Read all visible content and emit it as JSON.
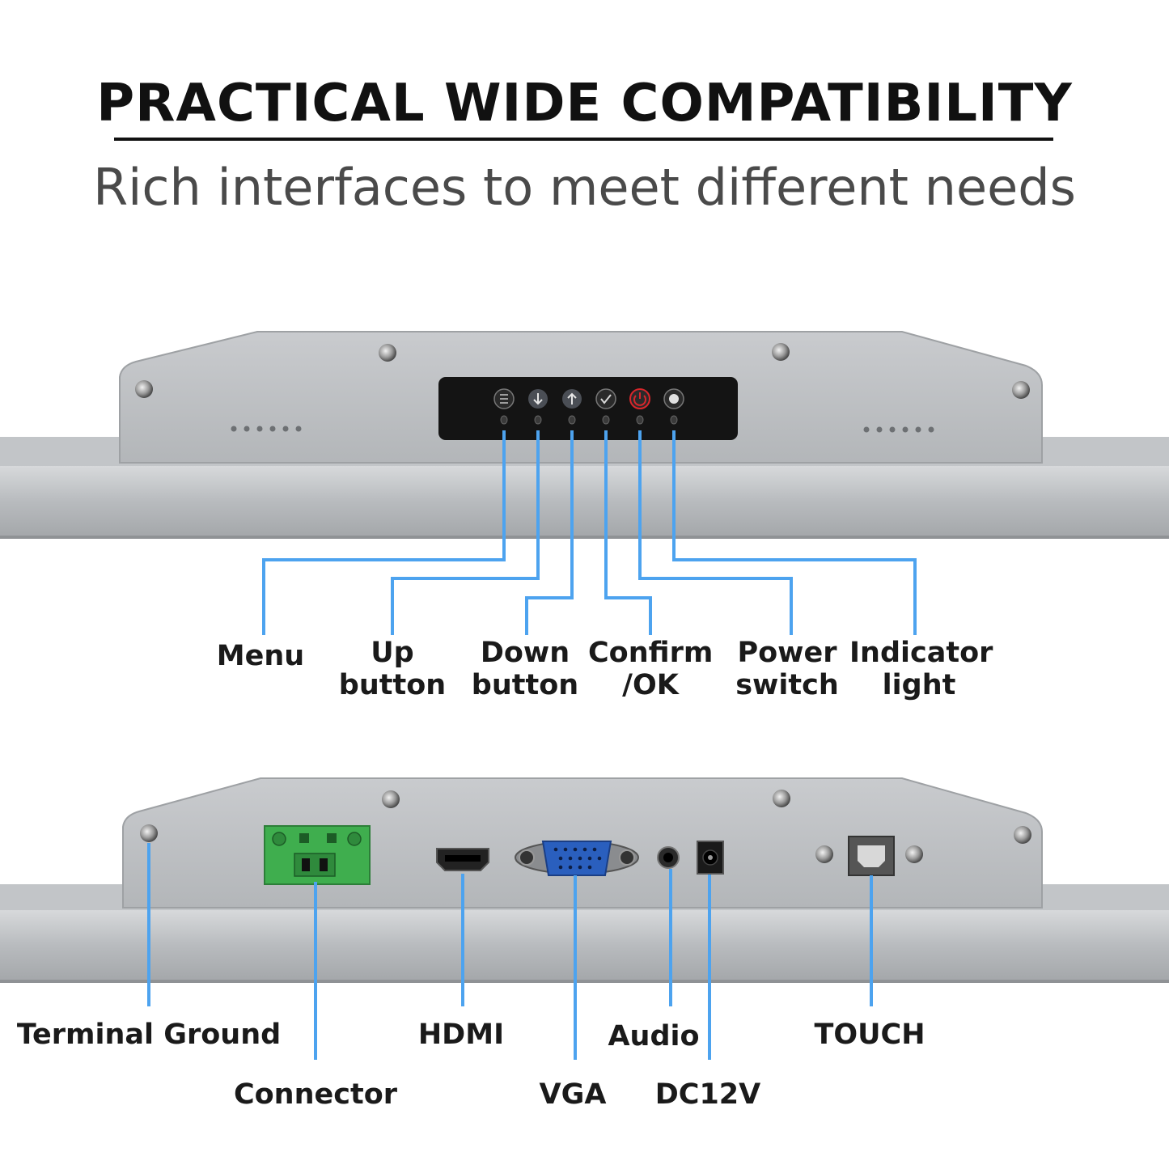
{
  "title": "PRACTICAL WIDE COMPATIBILITY",
  "subtitle": "Rich interfaces to meet different needs",
  "colors": {
    "callout_line": "#4da3ef",
    "metal": "#b9bcbf",
    "panel": "#141414",
    "power": "#d8262b",
    "terminal": "#3fae4e"
  },
  "top_callouts": [
    {
      "line1": "Menu",
      "line2": "",
      "icon": "menu-icon"
    },
    {
      "line1": "Up",
      "line2": "button",
      "icon": "arrow-down-icon"
    },
    {
      "line1": "Down",
      "line2": "button",
      "icon": "arrow-up-icon"
    },
    {
      "line1": "Confirm",
      "line2": "/OK",
      "icon": "check-icon"
    },
    {
      "line1": "Power",
      "line2": "switch",
      "icon": "power-icon"
    },
    {
      "line1": "Indicator",
      "line2": "light",
      "icon": "indicator-dot-icon"
    }
  ],
  "bottom_callouts": [
    {
      "label": "Terminal Ground",
      "icon": "ground-screw-icon"
    },
    {
      "label": "Connector",
      "icon": "terminal-block-icon"
    },
    {
      "label": "HDMI",
      "icon": "hdmi-port-icon"
    },
    {
      "label": "VGA",
      "icon": "vga-port-icon"
    },
    {
      "label": "Audio",
      "icon": "audio-jack-icon"
    },
    {
      "label": "DC12V",
      "icon": "dc-jack-icon"
    },
    {
      "label": "TOUCH",
      "icon": "usb-b-port-icon"
    }
  ]
}
